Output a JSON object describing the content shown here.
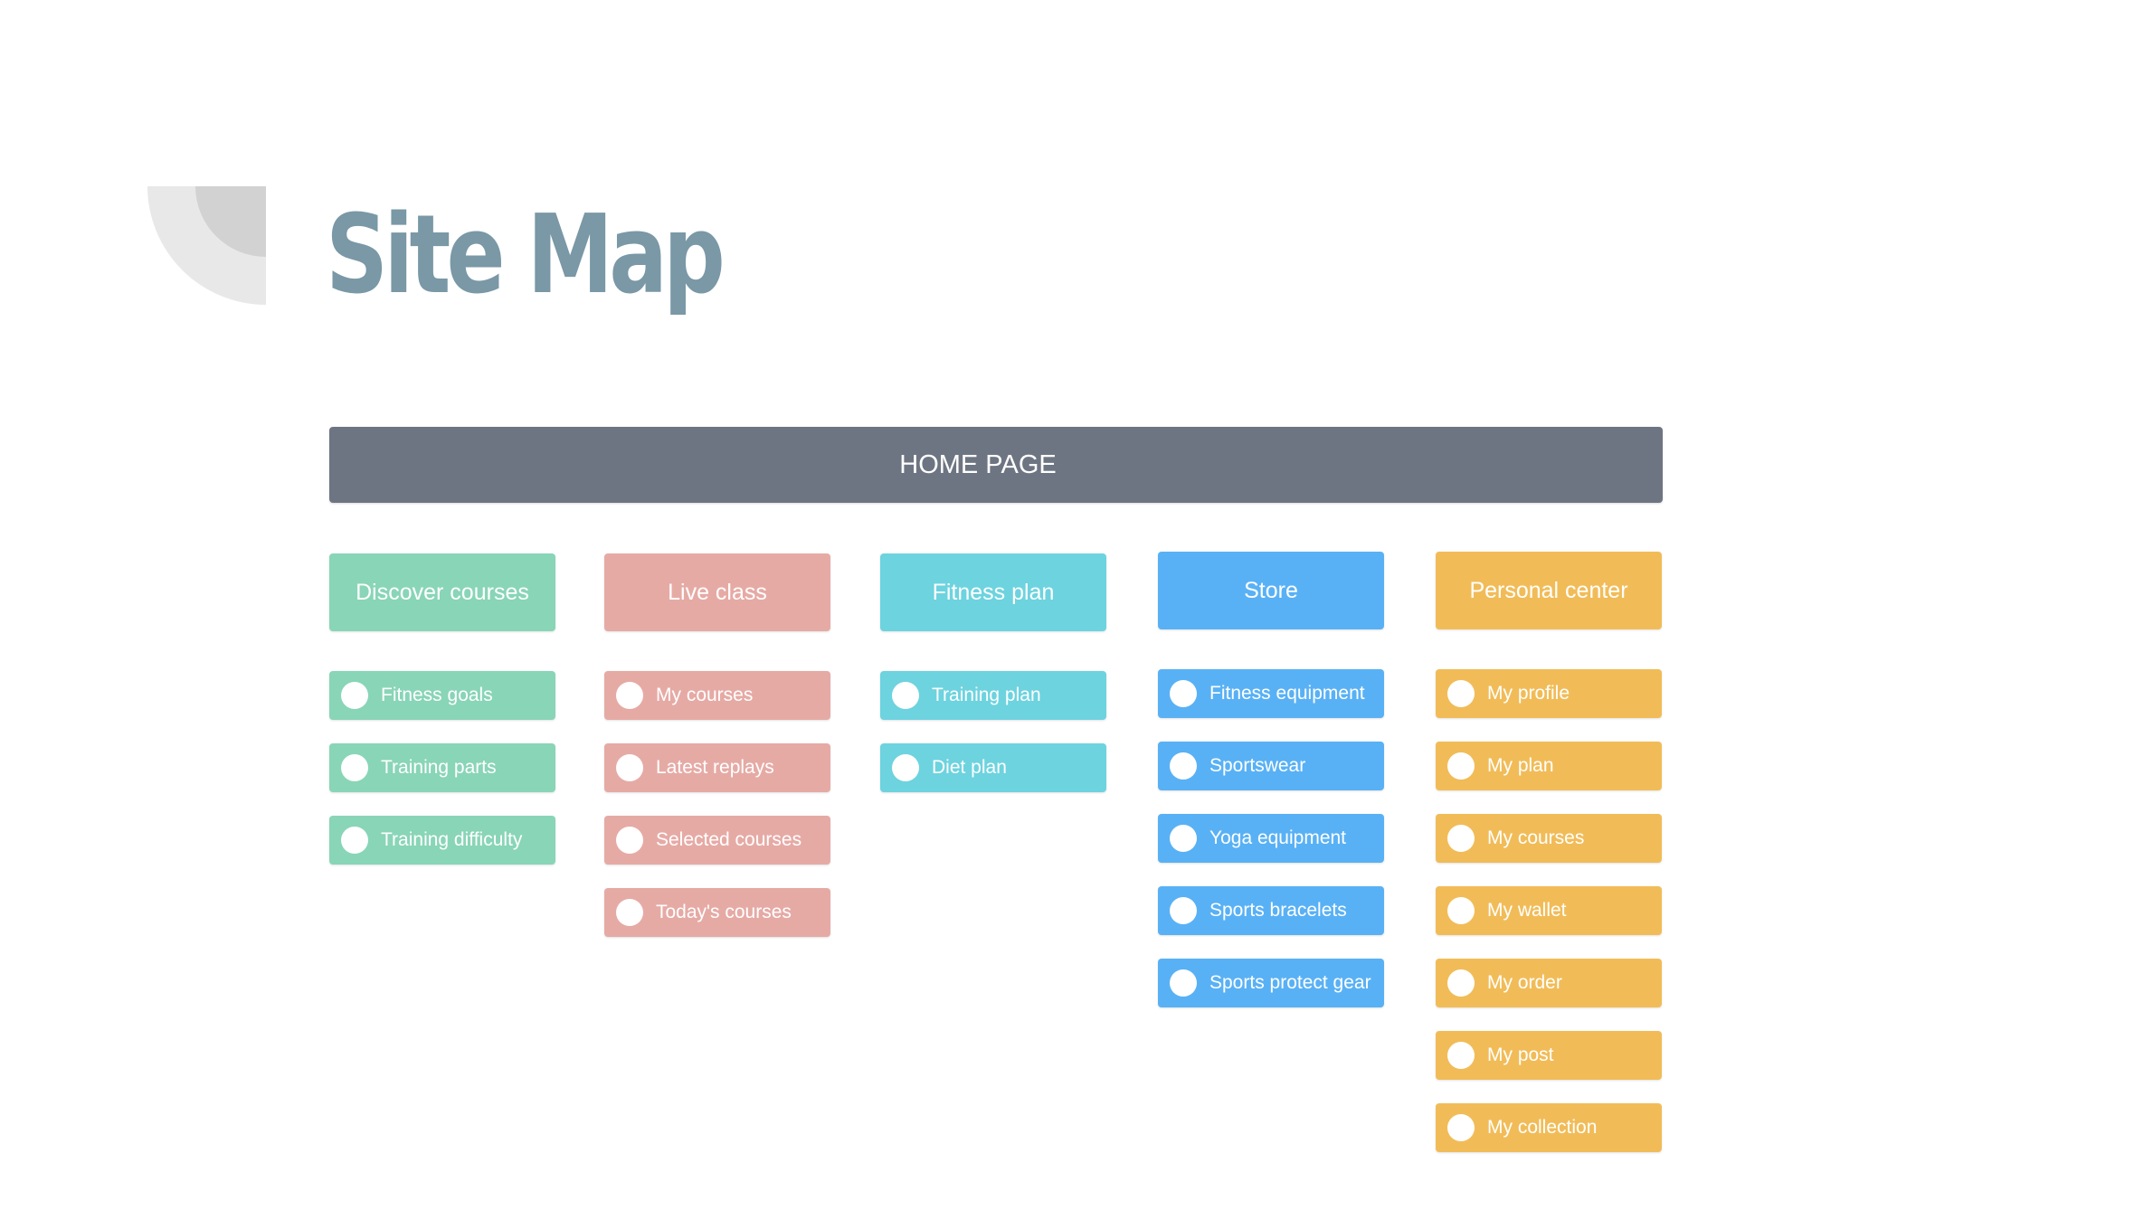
{
  "title": "Site Map",
  "home": "HOME PAGE",
  "columns": [
    {
      "label": "Discover courses",
      "color": "#89d5b7",
      "items": [
        "Fitness goals",
        "Training parts",
        "Training difficulty"
      ]
    },
    {
      "label": "Live class",
      "color": "#e6aaa5",
      "items": [
        "My courses",
        "Latest replays",
        "Selected courses",
        "Today's courses"
      ]
    },
    {
      "label": "Fitness plan",
      "color": "#6dd3df",
      "items": [
        "Training plan",
        "Diet plan"
      ]
    },
    {
      "label": "Store",
      "color": "#59b1f5",
      "items": [
        "Fitness equipment",
        "Sportswear",
        "Yoga equipment",
        "Sports bracelets",
        "Sports protect gear"
      ]
    },
    {
      "label": "Personal center",
      "color": "#f1bc58",
      "items": [
        "My profile",
        "My plan",
        "My courses",
        "My wallet",
        "My order",
        "My post",
        "My collection"
      ]
    }
  ]
}
